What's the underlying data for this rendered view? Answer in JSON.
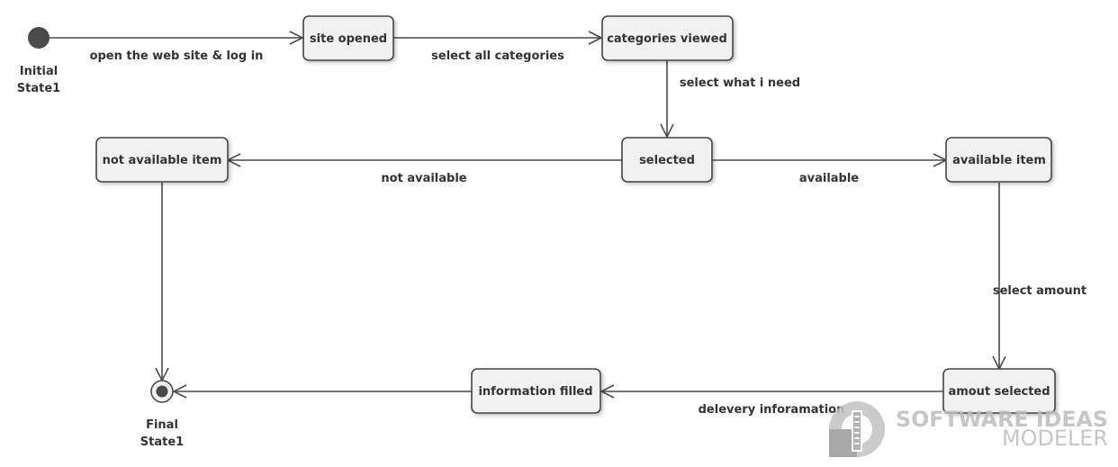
{
  "pseudostates": {
    "initial": {
      "line1": "Initial",
      "line2": "State1"
    },
    "final": {
      "line1": "Final",
      "line2": "State1"
    }
  },
  "states": {
    "site_opened": "site opened",
    "categories_viewed": "categories viewed",
    "selected": "selected",
    "not_available_item": "not available item",
    "available_item": "available item",
    "amout_selected": "amout selected",
    "information_filled": "information filled"
  },
  "transitions": {
    "open_site": "open the web site & log in",
    "select_categories": "select all categories",
    "select_need": "select what i need",
    "not_available": "not available",
    "available": "available",
    "select_amount": "select amount",
    "delevery_info": "delevery inforamation"
  },
  "watermark": {
    "line1": "SOFTWARE IDEAS",
    "line2": "MODELER"
  }
}
